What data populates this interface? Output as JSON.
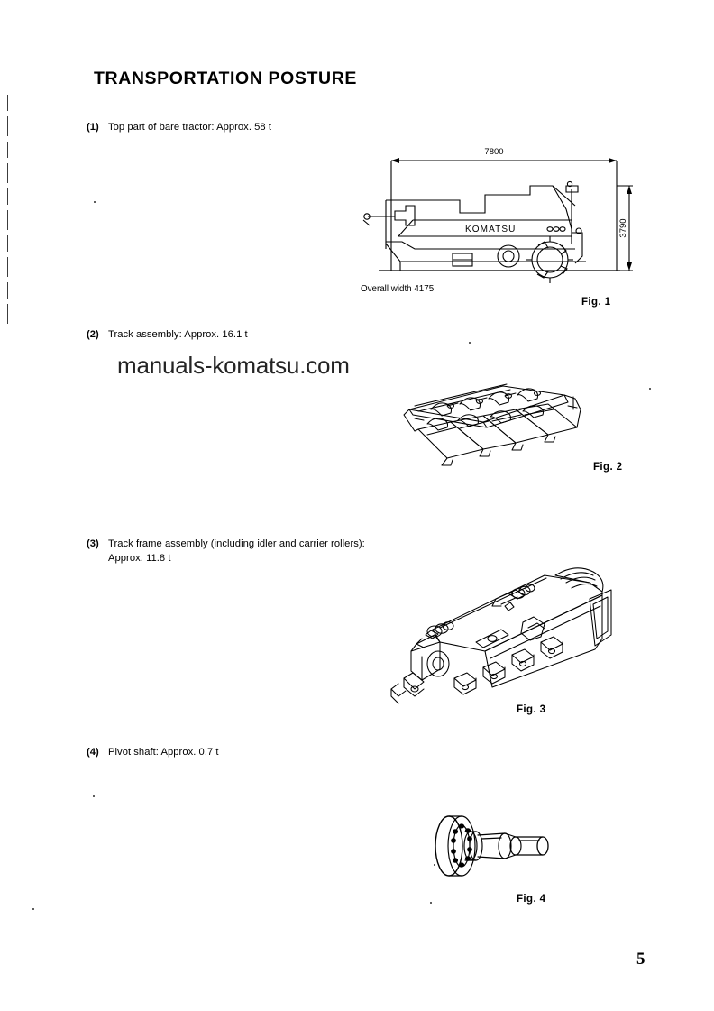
{
  "document": {
    "title": "TRANSPORTATION POSTURE",
    "page_number": "5",
    "watermark": "manuals-komatsu.com"
  },
  "items": [
    {
      "number": "(1)",
      "text": "Top part of bare tractor: Approx. 58 t",
      "weight": "58 t",
      "figure": "Fig. 1"
    },
    {
      "number": "(2)",
      "text": "Track assembly: Approx. 16.1 t",
      "weight": "16.1 t",
      "figure": "Fig. 2"
    },
    {
      "number": "(3)",
      "text": "Track frame assembly (including idler and carrier rollers): Approx. 11.8 t",
      "weight": "11.8 t",
      "figure": "Fig. 3"
    },
    {
      "number": "(4)",
      "text": "Pivot shaft: Approx. 0.7 t",
      "weight": "0.7 t",
      "figure": "Fig. 4"
    }
  ],
  "figures": {
    "fig1": {
      "caption": "Fig. 1",
      "brand_label": "KOMATSU",
      "length_dimension": "7800",
      "height_dimension": "3790",
      "width_note": "Overall width 4175"
    },
    "fig2": {
      "caption": "Fig. 2"
    },
    "fig3": {
      "caption": "Fig. 3"
    },
    "fig4": {
      "caption": "Fig. 4"
    }
  }
}
